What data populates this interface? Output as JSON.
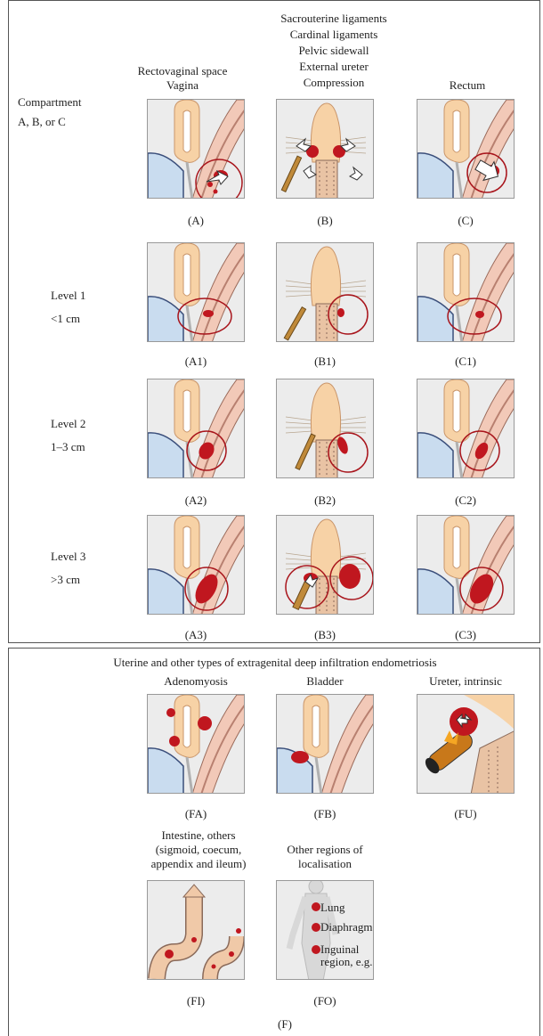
{
  "top_section": {
    "col_headers": {
      "a": [
        "Rectovaginal space",
        "Vagina"
      ],
      "b": [
        "Sacrouterine ligaments",
        "Cardinal ligaments",
        "Pelvic sidewall",
        "External ureter",
        "Compression"
      ],
      "c": [
        "Rectum"
      ]
    },
    "row_headers": {
      "compartment": [
        "Compartment",
        "A, B, or C"
      ],
      "level1": [
        "Level 1",
        "<1 cm"
      ],
      "level2": [
        "Level 2",
        "1–3 cm"
      ],
      "level3": [
        "Level 3",
        ">3 cm"
      ]
    },
    "rows": [
      [
        "(A)",
        "(B)",
        "(C)"
      ],
      [
        "(A1)",
        "(B1)",
        "(C1)"
      ],
      [
        "(A2)",
        "(B2)",
        "(C2)"
      ],
      [
        "(A3)",
        "(B3)",
        "(C3)"
      ]
    ]
  },
  "bottom_section": {
    "title": "Uterine and other types of extragenital deep infiltration endometriosis",
    "row1": [
      {
        "header": [
          "Adenomyosis"
        ],
        "label": "(FA)"
      },
      {
        "header": [
          "Bladder"
        ],
        "label": "(FB)"
      },
      {
        "header": [
          "Ureter, intrinsic"
        ],
        "label": "(FU)"
      }
    ],
    "row2": [
      {
        "header": [
          "Intestine, others",
          "(sigmoid, coecum,",
          "appendix and ileum)"
        ],
        "label": "(FI)"
      },
      {
        "header": [
          "Other regions of",
          "localisation"
        ],
        "label": "(FO)"
      }
    ],
    "fo_labels": [
      "Lung",
      "Diaphragm",
      "Inguinal",
      "region, e.g."
    ],
    "footer": "(F)"
  },
  "colors": {
    "lesion": "#c0171f",
    "uterus": "#f7d2a6",
    "rectum_wall": "#f2c9b8",
    "bladder": "#c9dcef",
    "circle": "#a8141b"
  }
}
